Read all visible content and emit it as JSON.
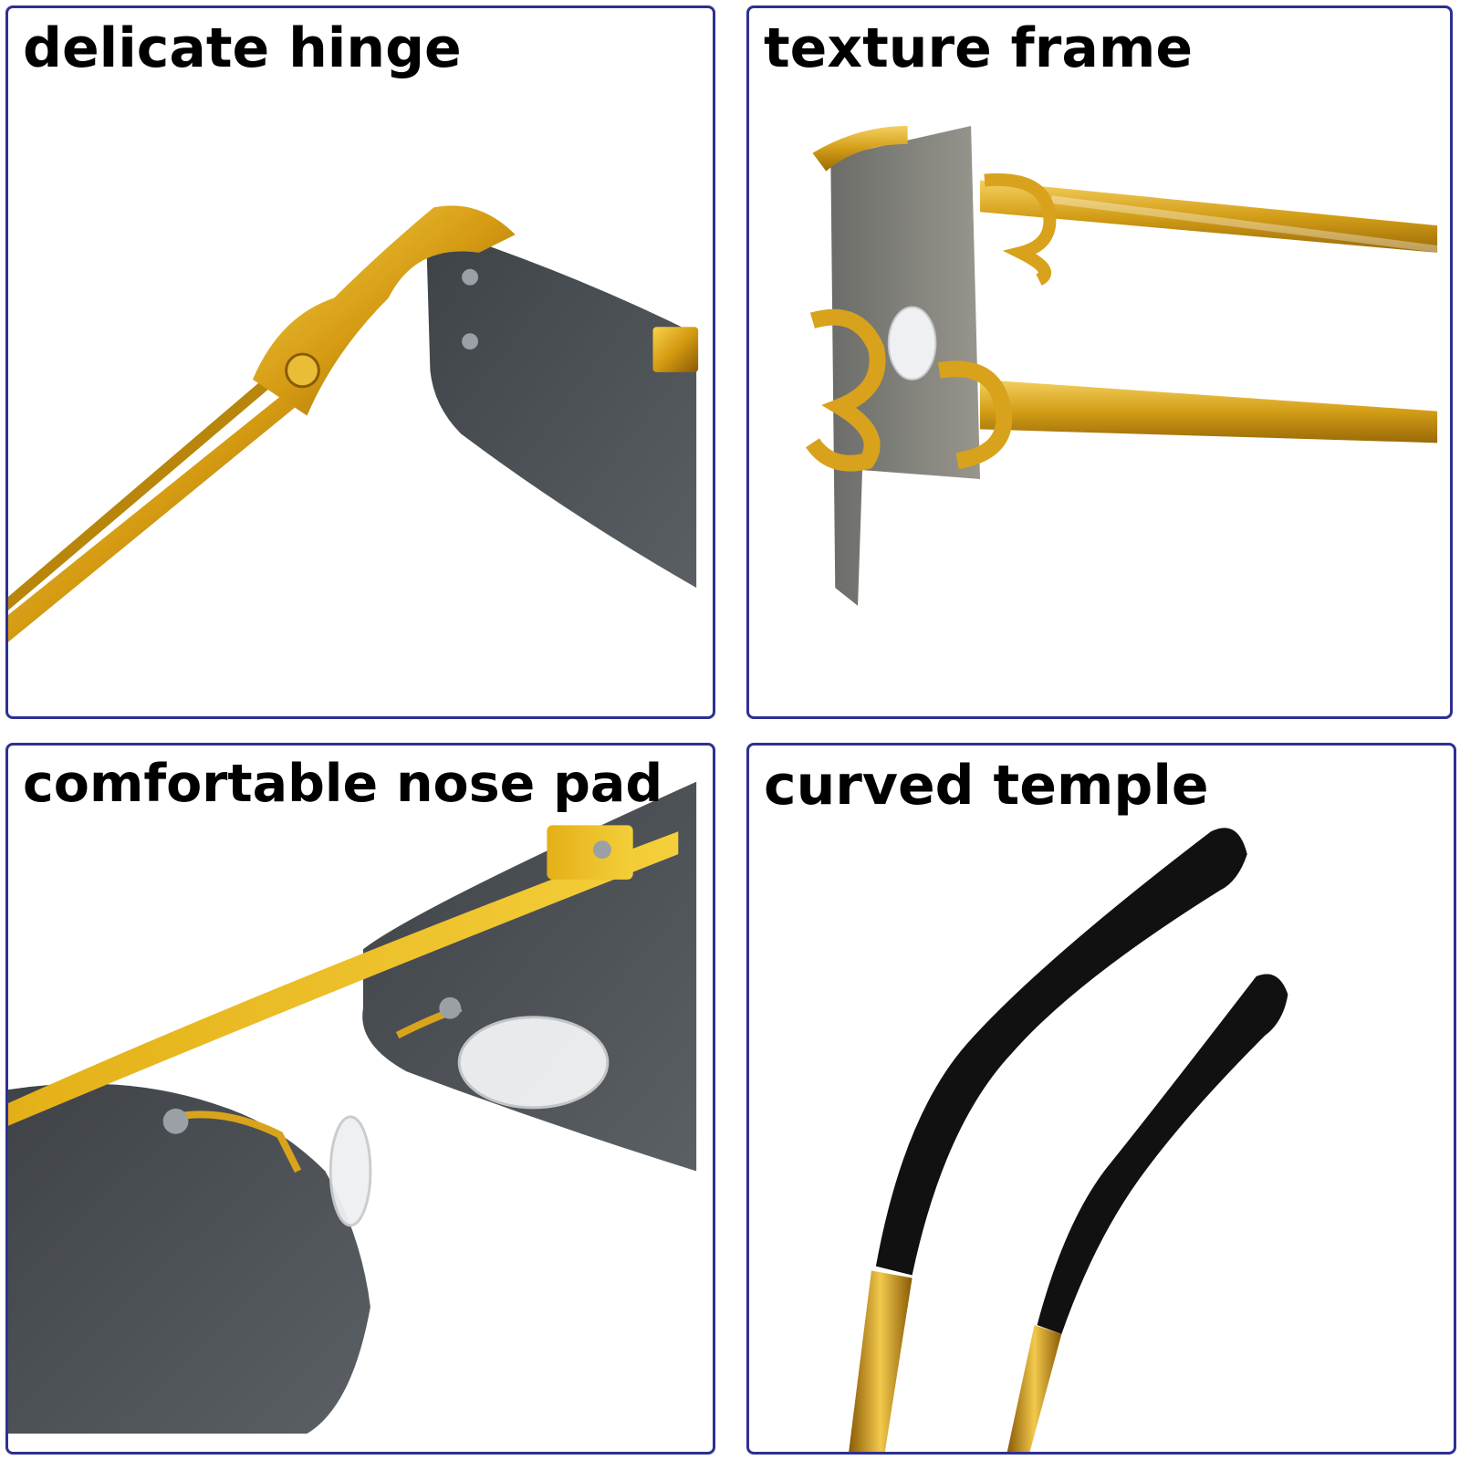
{
  "colors": {
    "panel_border": "#2d3092",
    "gold": "#d4a21a",
    "lens": "#4a4f54",
    "temple_tip": "#111111"
  },
  "panels": [
    {
      "caption": "delicate hinge"
    },
    {
      "caption": "texture frame"
    },
    {
      "caption": "comfortable nose pad"
    },
    {
      "caption": "curved temple"
    }
  ]
}
